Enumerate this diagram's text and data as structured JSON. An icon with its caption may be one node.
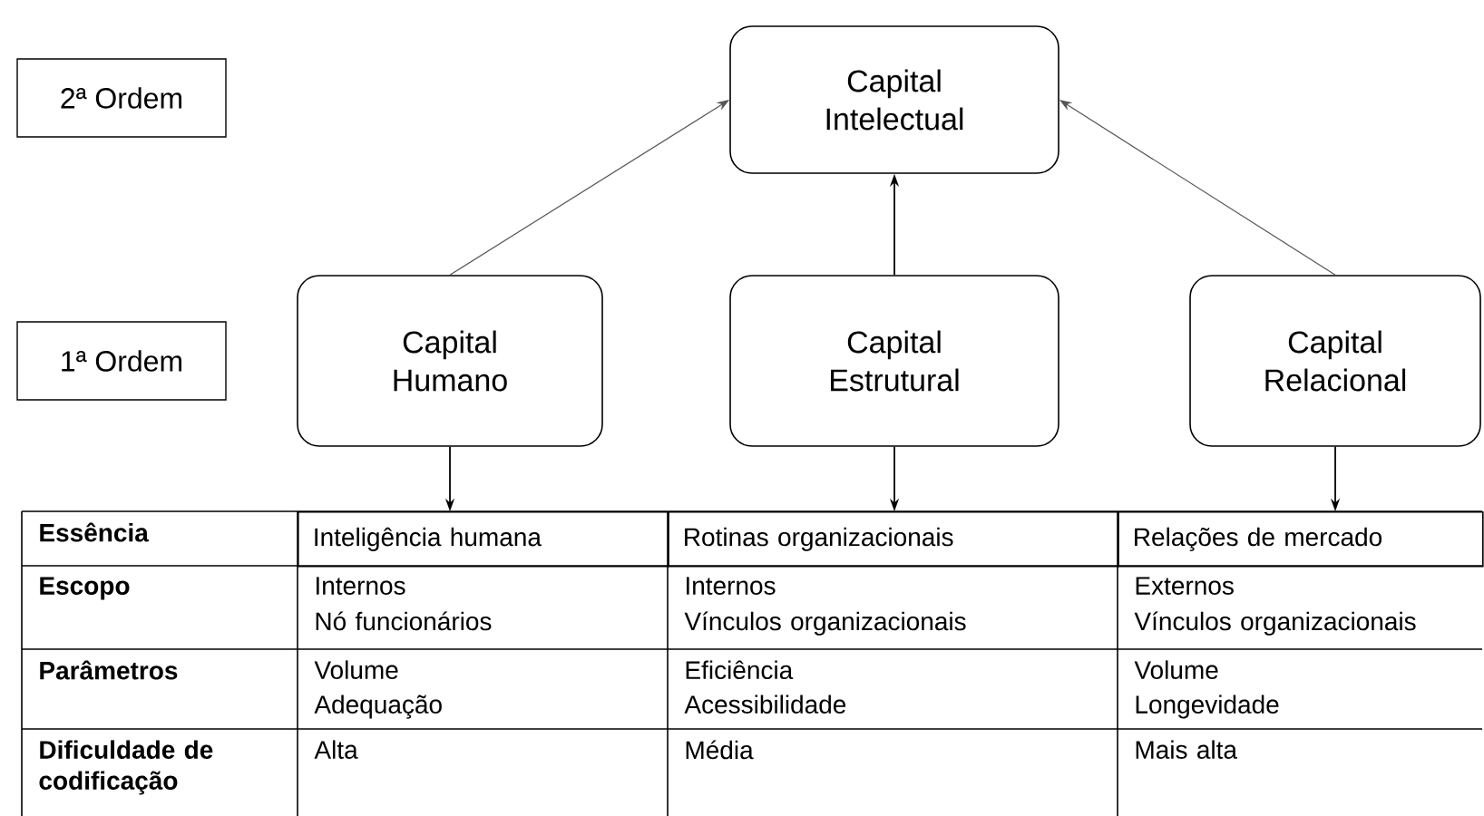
{
  "diagram": {
    "nodes": [
      {
        "text": [
          "2ª Ordem"
        ]
      },
      {
        "text": [
          "Capital Intelectual"
        ]
      },
      {
        "text": [
          "1ª Ordem"
        ]
      },
      {
        "text": [
          "Capital Humano"
        ]
      },
      {
        "text": [
          "Capital Estrutural"
        ]
      },
      {
        "text": [
          "Capital Relacional"
        ]
      },
      {
        "text": [
          "Inteligência humana"
        ]
      },
      {
        "text": [
          "Rotinas organizacionais"
        ]
      },
      {
        "text": [
          "Relações de mercado"
        ]
      }
    ],
    "edges": [
      {
        "from": 3,
        "to": 1,
        "arrow": "to",
        "color": "#555555"
      },
      {
        "from": 4,
        "to": 1,
        "arrow": "to"
      },
      {
        "from": 5,
        "to": 1,
        "arrow": "to",
        "color": "#555555"
      },
      {
        "from": 3,
        "to": 6,
        "arrow": "to"
      },
      {
        "from": 4,
        "to": 7,
        "arrow": "to"
      },
      {
        "from": 5,
        "to": 8,
        "arrow": "to"
      }
    ],
    "labels": [
      "Essência",
      "Escopo",
      "Internos",
      "Nó funcionários",
      "Internos",
      "Vínculos organizacionais",
      "Externos",
      "Vínculos organizacionais",
      "Parâmetros",
      "Volume",
      "Adequação",
      "Eficiência",
      "Acessibilidade",
      "Volume",
      "Longevidade",
      "Dificuldade de codificação",
      "Alta",
      "Média",
      "Mais alta"
    ]
  }
}
